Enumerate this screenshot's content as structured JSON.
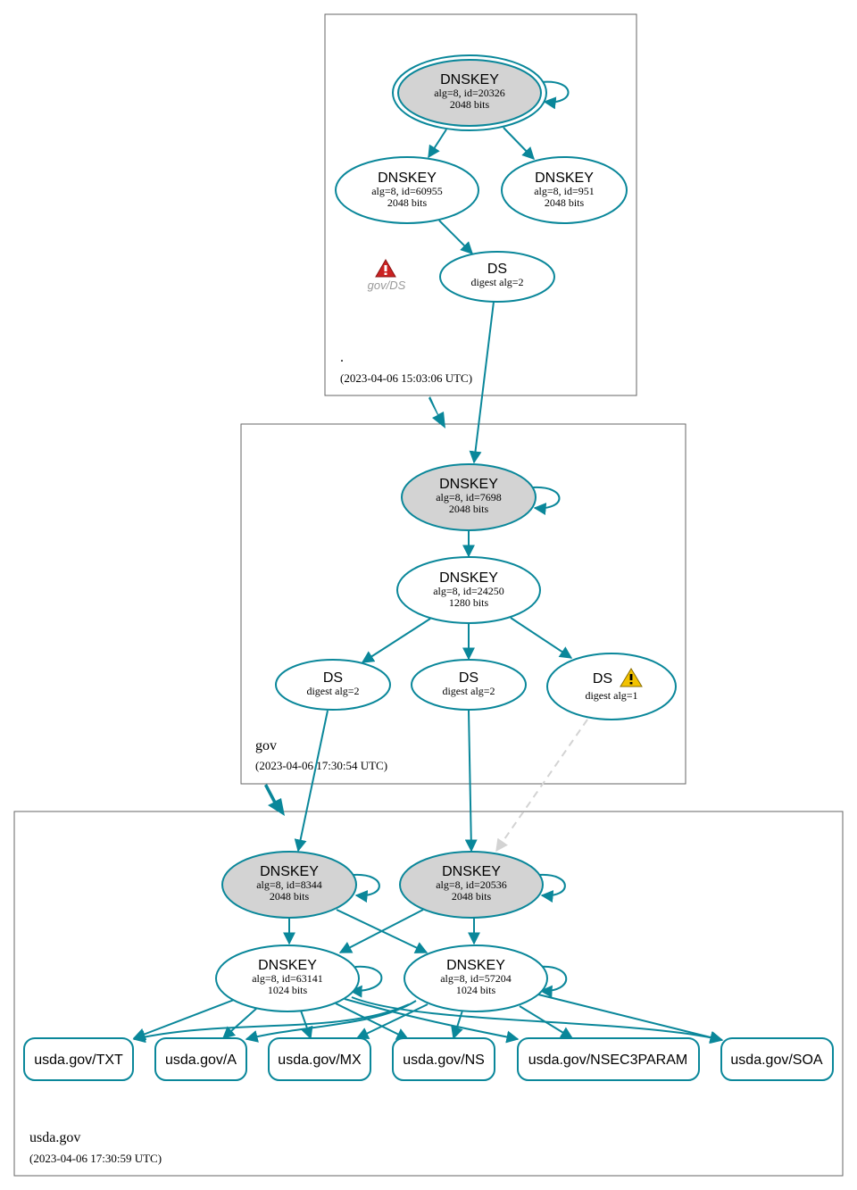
{
  "zones": {
    "root": {
      "name": ".",
      "timestamp": "(2023-04-06 15:03:06 UTC)"
    },
    "gov": {
      "name": "gov",
      "timestamp": "(2023-04-06 17:30:54 UTC)"
    },
    "usda": {
      "name": "usda.gov",
      "timestamp": "(2023-04-06 17:30:59 UTC)"
    }
  },
  "nodes": {
    "root_ksk": {
      "title": "DNSKEY",
      "line1": "alg=8, id=20326",
      "line2": "2048 bits"
    },
    "root_zsk1": {
      "title": "DNSKEY",
      "line1": "alg=8, id=60955",
      "line2": "2048 bits"
    },
    "root_zsk2": {
      "title": "DNSKEY",
      "line1": "alg=8, id=951",
      "line2": "2048 bits"
    },
    "root_ds": {
      "title": "DS",
      "line1": "digest alg=2"
    },
    "gov_ksk": {
      "title": "DNSKEY",
      "line1": "alg=8, id=7698",
      "line2": "2048 bits"
    },
    "gov_zsk": {
      "title": "DNSKEY",
      "line1": "alg=8, id=24250",
      "line2": "1280 bits"
    },
    "gov_ds1": {
      "title": "DS",
      "line1": "digest alg=2"
    },
    "gov_ds2": {
      "title": "DS",
      "line1": "digest alg=2"
    },
    "gov_ds3": {
      "title": "DS",
      "line1": "digest alg=1"
    },
    "usda_ksk1": {
      "title": "DNSKEY",
      "line1": "alg=8, id=8344",
      "line2": "2048 bits"
    },
    "usda_ksk2": {
      "title": "DNSKEY",
      "line1": "alg=8, id=20536",
      "line2": "2048 bits"
    },
    "usda_zsk1": {
      "title": "DNSKEY",
      "line1": "alg=8, id=63141",
      "line2": "1024 bits"
    },
    "usda_zsk2": {
      "title": "DNSKEY",
      "line1": "alg=8, id=57204",
      "line2": "1024 bits"
    }
  },
  "warning": {
    "label": "gov/DS"
  },
  "rrsets": {
    "txt": "usda.gov/TXT",
    "a": "usda.gov/A",
    "mx": "usda.gov/MX",
    "ns": "usda.gov/NS",
    "nsec3param": "usda.gov/NSEC3PARAM",
    "soa": "usda.gov/SOA"
  },
  "colors": {
    "edge": "#0a879a",
    "sep_fill": "#d3d3d3",
    "dashed_edge": "#d3d3d3",
    "error_icon": "#cc2222",
    "warning_icon": "#f2c200"
  },
  "icons": [
    "error-triangle-icon",
    "warning-triangle-icon"
  ]
}
